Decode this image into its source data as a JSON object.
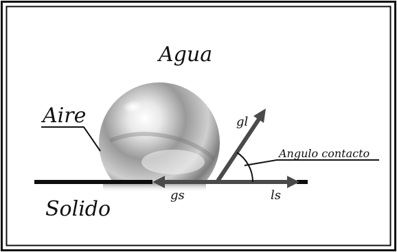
{
  "labels": {
    "water": "Agua",
    "air": "Aire",
    "solid": "Solido",
    "liquid_gas_tension": "gl",
    "solid_gas_tension": "gs",
    "liquid_solid_tension": "ls",
    "contact_angle": "Angulo contacto"
  },
  "colors": {
    "frame": "#111111",
    "surface": "#0d0d0d",
    "vectors": "#4a4a4a",
    "text": "#111111"
  }
}
